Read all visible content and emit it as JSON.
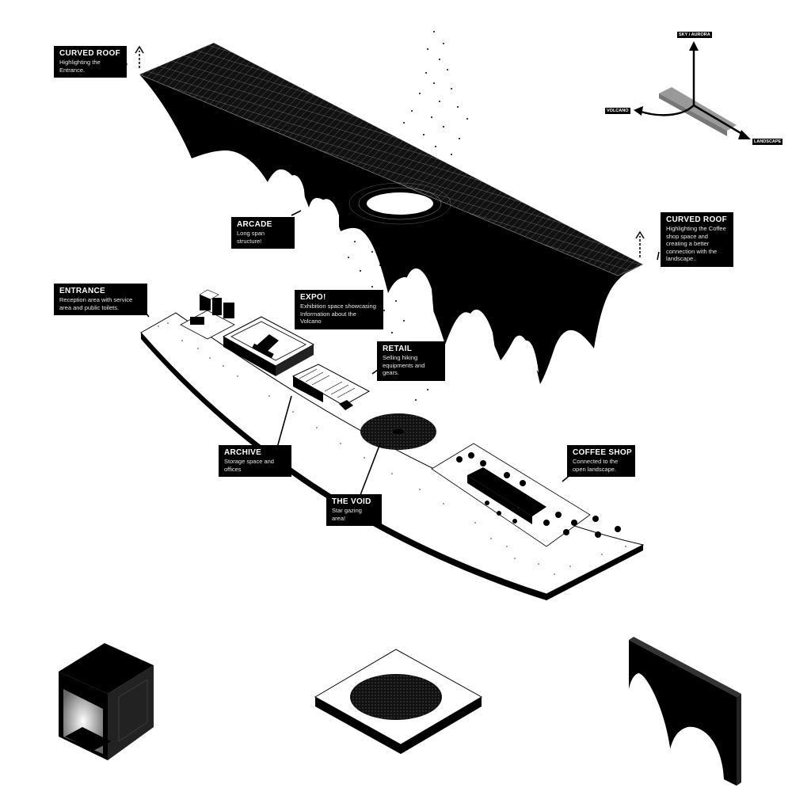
{
  "labels": {
    "curved_roof_entrance": {
      "title": "CURVED ROOF",
      "desc": "Highlighting the Entrance."
    },
    "arcade": {
      "title": "ARCADE",
      "desc": "Long span structure!"
    },
    "curved_roof_coffee": {
      "title": "CURVED ROOF",
      "desc": "Highlighting the Coffee shop space and creating a better connection with the landscape.."
    },
    "entrance": {
      "title": "ENTRANCE",
      "desc": "Reception area with service area and public toilets."
    },
    "expo": {
      "title": "EXPO!",
      "desc": "Exhibition space showcasing Information about the Volcano"
    },
    "retail": {
      "title": "RETAIL",
      "desc": "Selling hiking equipments and gears."
    },
    "archive": {
      "title": "ARCHIVE",
      "desc": "Storage space and offices"
    },
    "the_void": {
      "title": "THE VOID",
      "desc": "Star gazing area!"
    },
    "coffee_shop": {
      "title": "COFFEE SHOP",
      "desc": "Connected to the open landscape."
    }
  },
  "axes": {
    "up": "SKY / AURORA",
    "left": "VOLCANO",
    "right": "LANDSCAPE"
  },
  "colors": {
    "ink": "#000000",
    "paper": "#ffffff",
    "mid": "#9a9a9a"
  }
}
